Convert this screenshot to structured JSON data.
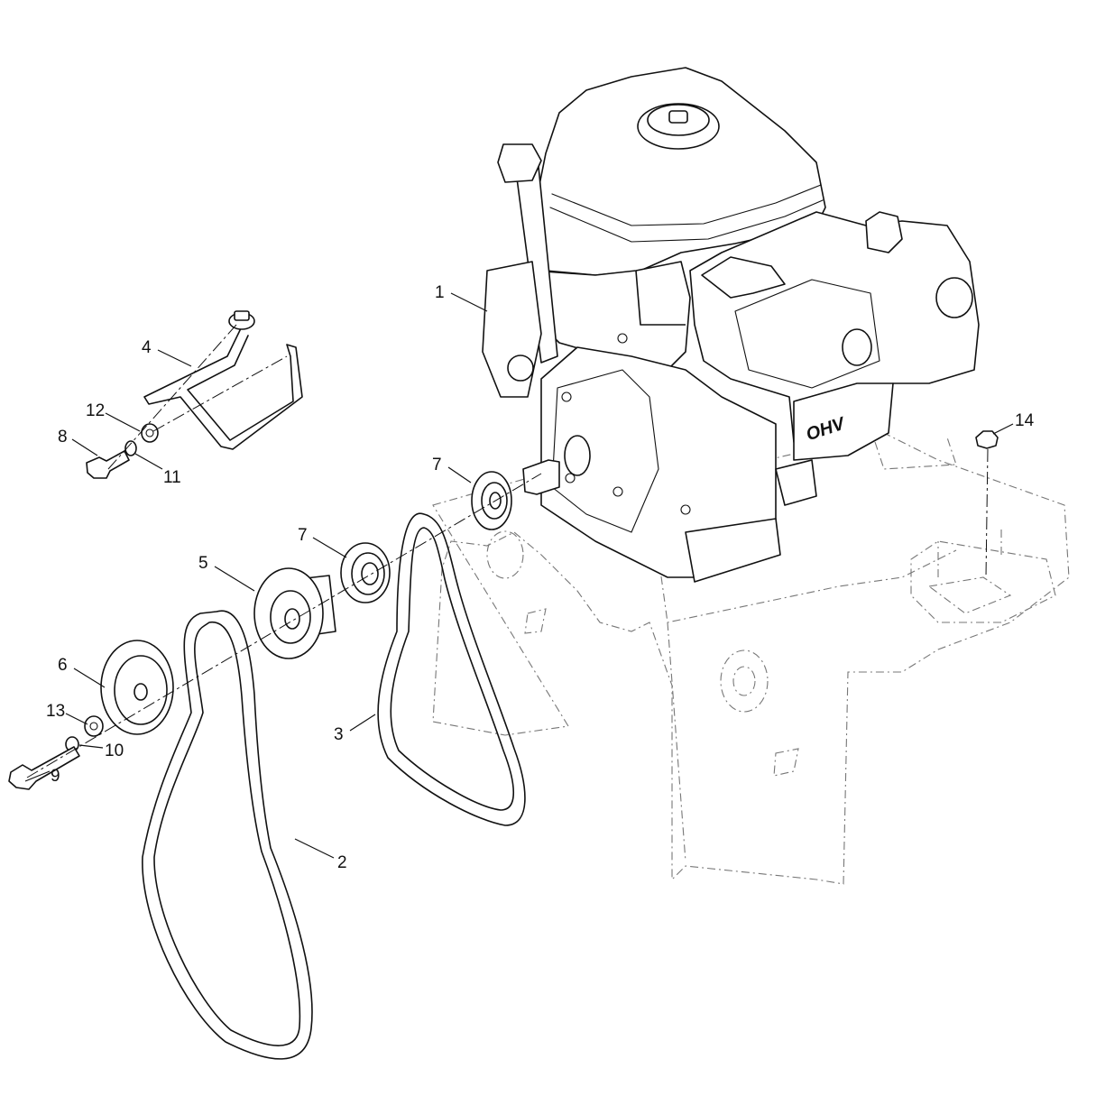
{
  "callouts": [
    {
      "id": "c1",
      "text": "1"
    },
    {
      "id": "c2",
      "text": "2"
    },
    {
      "id": "c3",
      "text": "3"
    },
    {
      "id": "c4",
      "text": "4"
    },
    {
      "id": "c5",
      "text": "5"
    },
    {
      "id": "c6",
      "text": "6"
    },
    {
      "id": "c7a",
      "text": "7"
    },
    {
      "id": "c7b",
      "text": "7"
    },
    {
      "id": "c8",
      "text": "8"
    },
    {
      "id": "c9",
      "text": "9"
    },
    {
      "id": "c10",
      "text": "10"
    },
    {
      "id": "c11",
      "text": "11"
    },
    {
      "id": "c12",
      "text": "12"
    },
    {
      "id": "c13",
      "text": "13"
    },
    {
      "id": "c14",
      "text": "14"
    }
  ],
  "engine_badge": "OHV"
}
